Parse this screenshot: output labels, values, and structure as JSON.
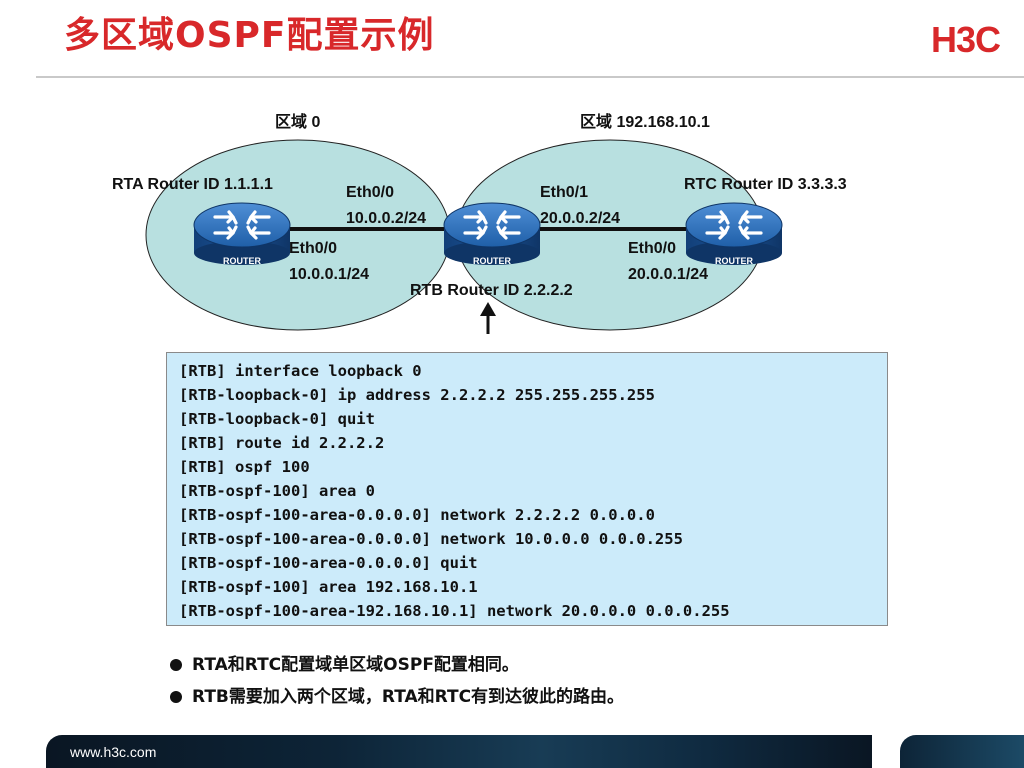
{
  "slide": {
    "title": "多区域OSPF配置示例",
    "logo": "H3C"
  },
  "diagram": {
    "area0_label": "区域 0",
    "area1_label": "区域 192.168.10.1",
    "rta_id": "RTA Router ID 1.1.1.1",
    "rtb_id": "RTB Router ID 2.2.2.2",
    "rtc_id": "RTC Router ID 3.3.3.3",
    "rtb_eth00_name": "Eth0/0",
    "rtb_eth00_ip": "10.0.0.2/24",
    "rta_eth00_name": "Eth0/0",
    "rta_eth00_ip": "10.0.0.1/24",
    "rtb_eth01_name": "Eth0/1",
    "rtb_eth01_ip": "20.0.0.2/24",
    "rtc_eth00_name": "Eth0/0",
    "rtc_eth00_ip": "20.0.0.1/24",
    "router_caption": "ROUTER",
    "area0_fill": "#b8e0e0",
    "link_color": "#111111",
    "router_icon": "router-icon",
    "arrow_icon": "up-arrow-icon"
  },
  "config": [
    "[RTB] interface loopback 0",
    "[RTB-loopback-0] ip address 2.2.2.2 255.255.255.255",
    "[RTB-loopback-0] quit",
    "[RTB] route id 2.2.2.2",
    "[RTB] ospf 100",
    "[RTB-ospf-100] area 0",
    "[RTB-ospf-100-area-0.0.0.0] network 2.2.2.2 0.0.0.0",
    "[RTB-ospf-100-area-0.0.0.0] network 10.0.0.0 0.0.0.255",
    "[RTB-ospf-100-area-0.0.0.0] quit",
    "[RTB-ospf-100] area 192.168.10.1",
    "[RTB-ospf-100-area-192.168.10.1] network 20.0.0.0 0.0.0.255"
  ],
  "bullets": [
    "RTA和RTC配置域单区域OSPF配置相同。",
    "RTB需要加入两个区域，RTA和RTC有到达彼此的路由。"
  ],
  "footer": {
    "url": "www.h3c.com"
  },
  "colors": {
    "title": "#d8282a",
    "code_bg": "#ccebfa",
    "router_blue": "#1f5fa8"
  }
}
